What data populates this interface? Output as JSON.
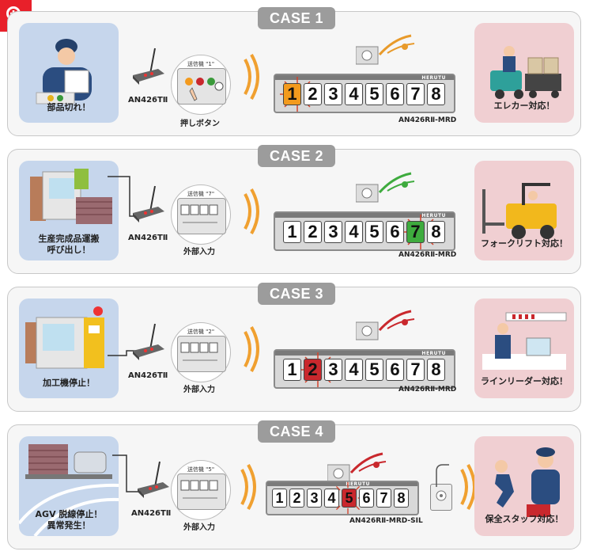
{
  "cases": [
    {
      "title": "CASE 1",
      "scene_label": "部品切れ！",
      "transmitter_label": "AN426TⅡ",
      "switch_label": "押しボタン",
      "circle_caption": "送信機 \"1\"",
      "receiver_model": "AN426RⅡ-MRD",
      "brand": "HERUTU",
      "digits": [
        "1",
        "2",
        "3",
        "4",
        "5",
        "6",
        "7",
        "8"
      ],
      "lit_index": 0,
      "lit_color": "#f39a1d",
      "result_label": "エレカー対応！"
    },
    {
      "title": "CASE 2",
      "scene_label": "生産完成品運搬\n呼び出し！",
      "transmitter_label": "AN426TⅡ",
      "switch_label": "外部入力",
      "circle_caption": "送信機 \"7\"",
      "receiver_model": "AN426RⅡ-MRD",
      "brand": "HERUTU",
      "digits": [
        "1",
        "2",
        "3",
        "4",
        "5",
        "6",
        "7",
        "8"
      ],
      "lit_index": 6,
      "lit_color": "#3eab3e",
      "result_label": "フォークリフト対応！"
    },
    {
      "title": "CASE 3",
      "scene_label": "加工機停止！",
      "transmitter_label": "AN426TⅡ",
      "switch_label": "外部入力",
      "circle_caption": "送信機 \"2\"",
      "receiver_model": "AN426RⅡ-MRD",
      "brand": "HERUTU",
      "digits": [
        "1",
        "2",
        "3",
        "4",
        "5",
        "6",
        "7",
        "8"
      ],
      "lit_index": 1,
      "lit_color": "#c9282d",
      "result_label": "ラインリーダー対応！"
    },
    {
      "title": "CASE 4",
      "scene_label": "AGV 脱線停止！\n異常発生！",
      "transmitter_label": "AN426TⅡ",
      "switch_label": "外部入力",
      "circle_caption": "送信機 \"5\"",
      "receiver_model": "AN426RⅡ-MRD-SIL",
      "brand": "HERUTU",
      "digits": [
        "1",
        "2",
        "3",
        "4",
        "5",
        "6",
        "7",
        "8"
      ],
      "lit_index": 4,
      "lit_color": "#c9282d",
      "result_label": "保全スタッフ対応！"
    }
  ],
  "colors": {
    "zoom": "#e8202a",
    "case_badge": "#9c9c9c",
    "scene_bg": "#c6d6ec",
    "result_bg": "#f0cfd2",
    "wave": "#f0a030"
  },
  "icons": {
    "zoom": "zoom-in-icon",
    "transmitter": "transmitter-icon",
    "waves": "radio-wave-icon",
    "music": "music-note-icon"
  }
}
